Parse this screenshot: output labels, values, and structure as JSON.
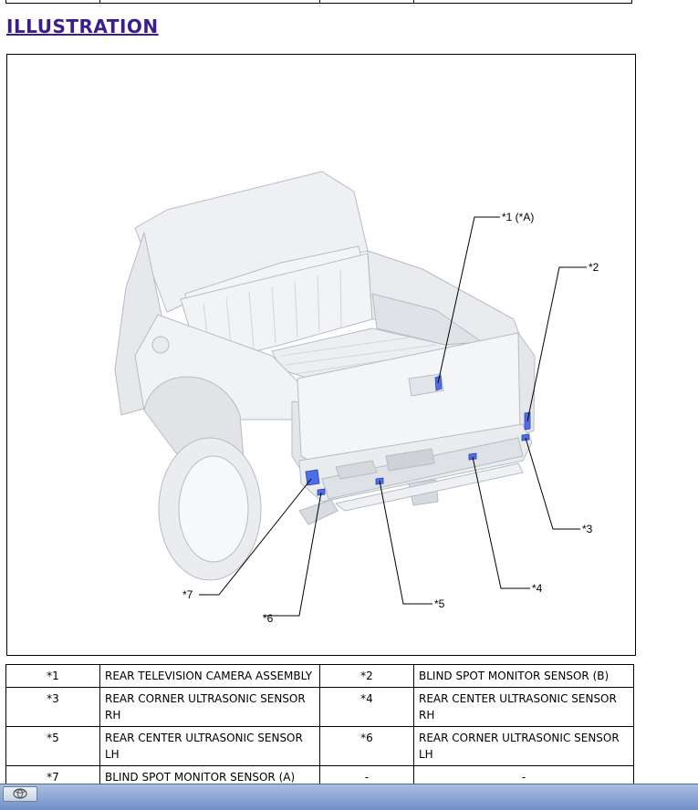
{
  "heading": "ILLUSTRATION",
  "callouts": {
    "c1": "*1 (*A)",
    "c2": "*2",
    "c3": "*3",
    "c4": "*4",
    "c5": "*5",
    "c6": "*6",
    "c7": "*7"
  },
  "legend": {
    "rows": [
      [
        {
          "num": "*1",
          "label": "REAR TELEVISION CAMERA ASSEMBLY"
        },
        {
          "num": "*2",
          "label": "BLIND SPOT MONITOR SENSOR (B)"
        }
      ],
      [
        {
          "num": "*3",
          "label": "REAR CORNER ULTRASONIC SENSOR RH"
        },
        {
          "num": "*4",
          "label": "REAR CENTER ULTRASONIC SENSOR RH"
        }
      ],
      [
        {
          "num": "*5",
          "label": "REAR CENTER ULTRASONIC SENSOR LH"
        },
        {
          "num": "*6",
          "label": "REAR CORNER ULTRASONIC SENSOR LH"
        }
      ],
      [
        {
          "num": "*7",
          "label": "BLIND SPOT MONITOR SENSOR (A)"
        },
        {
          "num": "-",
          "label": "-"
        }
      ]
    ]
  },
  "colors": {
    "heading": "#3b1d8f",
    "sensor": "#4d6ee6",
    "taskbar": "#6f8fc6"
  },
  "taskbar": {
    "icon": "toyota-logo-icon"
  }
}
